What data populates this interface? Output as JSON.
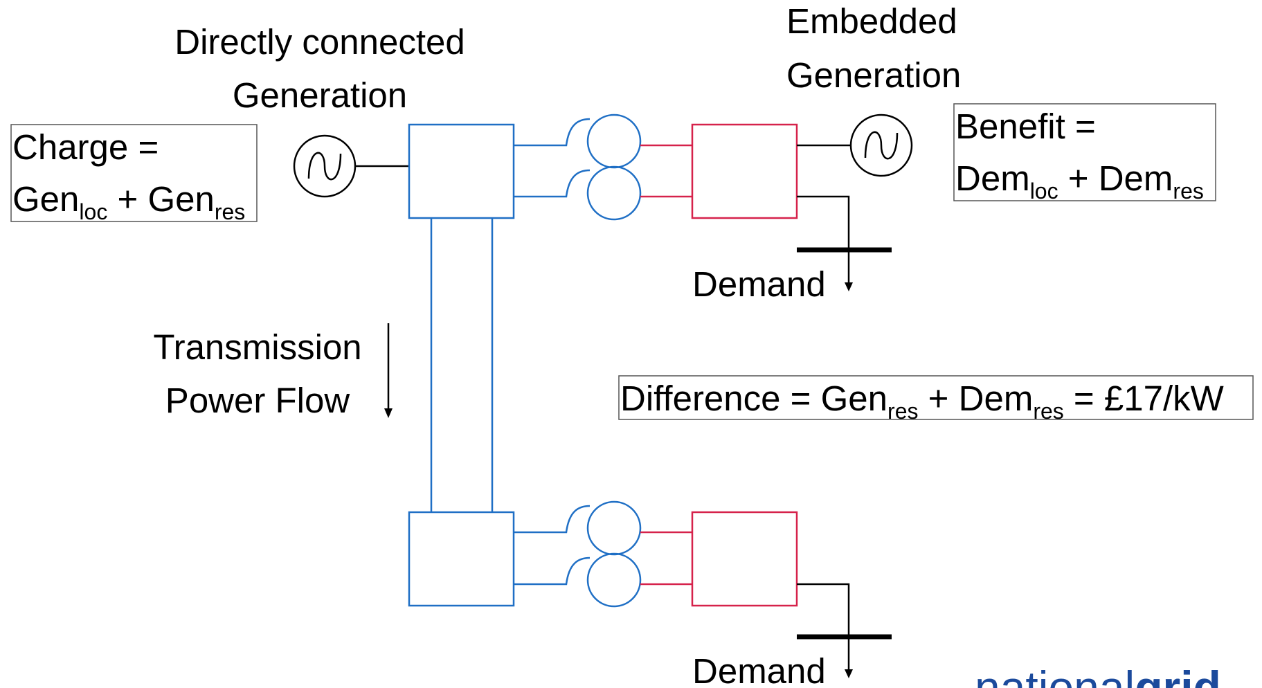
{
  "labels": {
    "directly_connected_line1": "Directly connected",
    "directly_connected_line2": "Generation",
    "embedded_line1": "Embedded",
    "embedded_line2": "Generation",
    "transmission_line1": "Transmission",
    "transmission_line2": "Power Flow",
    "demand_top": "Demand",
    "demand_bottom": "Demand"
  },
  "charge_box": {
    "line1": "Charge =",
    "gen1": "Gen",
    "gen1_sub": "loc",
    "plus": " + ",
    "gen2": "Gen",
    "gen2_sub": "res"
  },
  "benefit_box": {
    "line1": "Benefit =",
    "dem1": "Dem",
    "dem1_sub": "loc",
    "plus": " + ",
    "dem2": "Dem",
    "dem2_sub": "res"
  },
  "difference_box": {
    "prefix": "Difference = ",
    "gen": "Gen",
    "gen_sub": "res",
    "plus": " + ",
    "dem": "Dem",
    "dem_sub": "res",
    "suffix": " = £17/kW"
  },
  "logo": {
    "text_light": "national",
    "text_bold": "grid"
  },
  "colors": {
    "transmission": "#1f6fc5",
    "distribution": "#d6224b",
    "logo": "#1b4a9c",
    "line": "#000000"
  }
}
